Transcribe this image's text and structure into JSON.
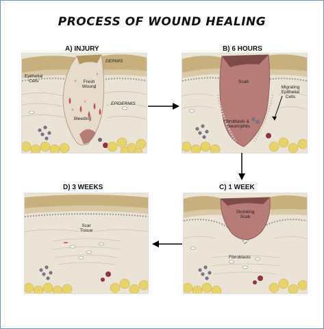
{
  "title": "PROCESS OF WOUND HEALING",
  "panels": {
    "a": {
      "label": "A)  INJURY",
      "dermis": "DERMIS",
      "epithelial_cells": [
        "Epithelial",
        "Cells"
      ],
      "fresh_wound": [
        "Fresh",
        "Wound"
      ],
      "bleeding": "Bleeding",
      "epidermis": "EPIDERMIS"
    },
    "b": {
      "label": "B)  6 HOURS",
      "scab": "Scab",
      "migrating": [
        "Migrating",
        "Epithelial",
        "Cells"
      ],
      "fibroblasts": [
        "Fibroblasts &",
        "Neutrophils"
      ]
    },
    "c": {
      "label": "C)  1 WEEK",
      "shrinking_scab": [
        "Shrinking",
        "Scab"
      ],
      "fibroblasts": "Fibroblasts"
    },
    "d": {
      "label": "D)  3 WEEKS",
      "scar_tissue": [
        "Scar",
        "Tissue"
      ]
    }
  },
  "colors": {
    "skin": "#ece4d6",
    "epidermis_top": "#c9b27a",
    "wound": "#b87d7a",
    "fat": "#e8d76a",
    "arrow": "#000000"
  }
}
